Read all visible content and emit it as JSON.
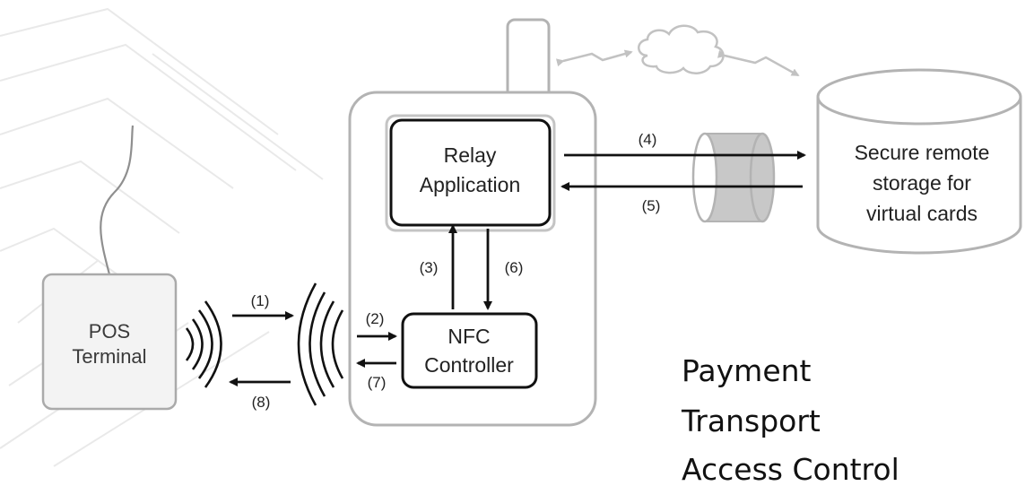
{
  "diagram": {
    "pos_terminal": {
      "line1": "POS",
      "line2": "Terminal"
    },
    "relay_application": {
      "line1": "Relay",
      "line2": "Application"
    },
    "nfc_controller": {
      "line1": "NFC",
      "line2": "Controller"
    },
    "secure_storage": {
      "line1": "Secure remote",
      "line2": "storage for",
      "line3": "virtual cards"
    },
    "steps": [
      "(1)",
      "(2)",
      "(3)",
      "(4)",
      "(5)",
      "(6)",
      "(7)",
      "(8)"
    ]
  },
  "use_cases": [
    "Payment",
    "Transport",
    "Access Control"
  ]
}
